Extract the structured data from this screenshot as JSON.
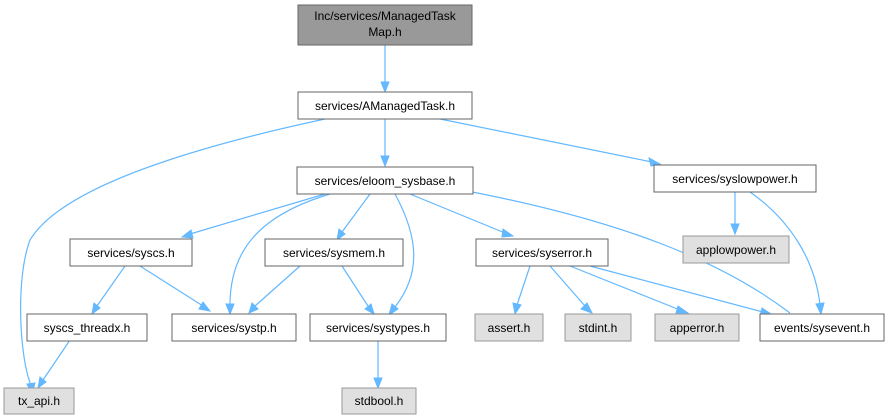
{
  "colors": {
    "root_fill": "#999999",
    "node_fill": "#ffffff",
    "external_fill": "#e0e0e0",
    "edge": "#63b8ff",
    "border": "#666666"
  },
  "nodes": {
    "root": {
      "line1": "Inc/services/ManagedTask",
      "line2": "Map.h"
    },
    "amanagedtask": "services/AManagedTask.h",
    "sysbase": "services/eloom_sysbase.h",
    "syslowpower": "services/syslowpower.h",
    "syscs": "services/syscs.h",
    "sysmem": "services/sysmem.h",
    "syserror": "services/syserror.h",
    "applowpower": "applowpower.h",
    "syscs_threadx": "syscs_threadx.h",
    "systp": "services/systp.h",
    "systypes": "services/systypes.h",
    "assert": "assert.h",
    "stdint": "stdint.h",
    "apperror": "apperror.h",
    "sysevent": "events/sysevent.h",
    "tx_api": "tx_api.h",
    "stdbool": "stdbool.h"
  }
}
